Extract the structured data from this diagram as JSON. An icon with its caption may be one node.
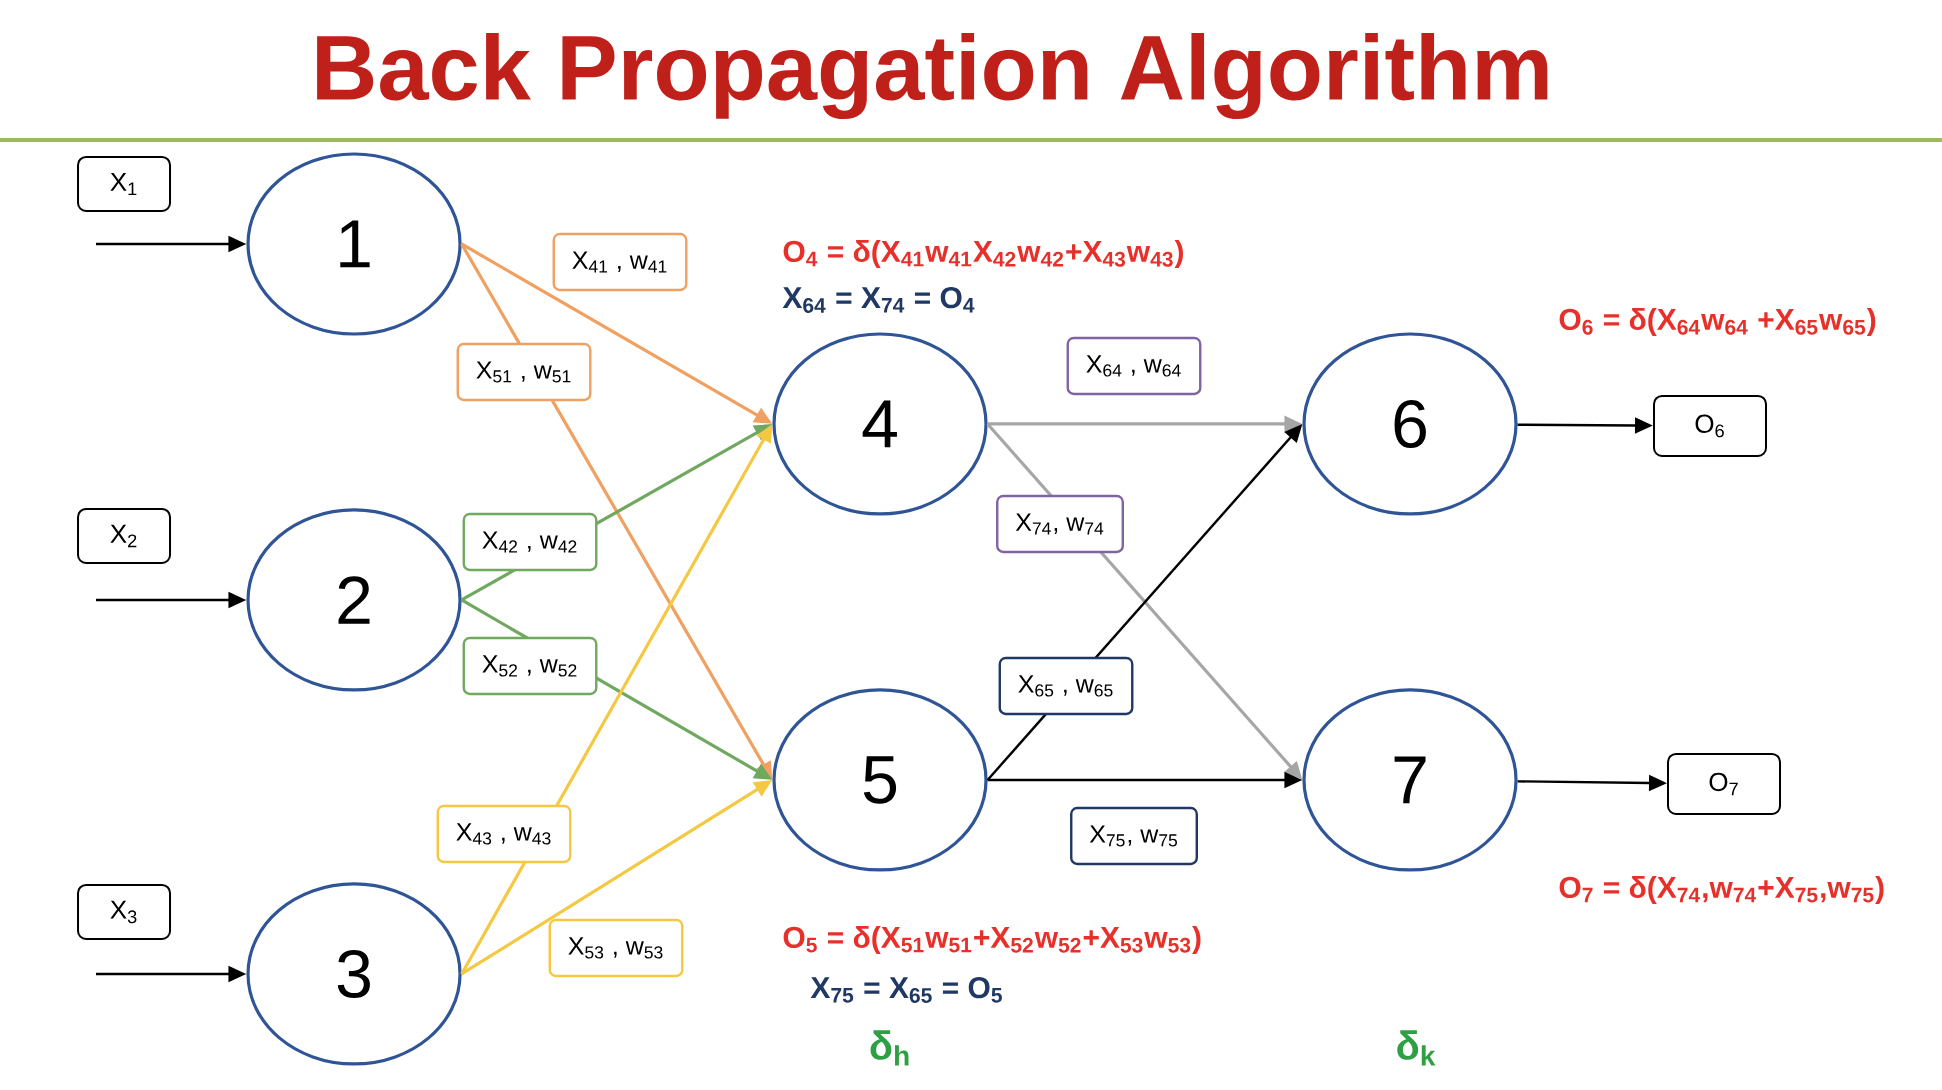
{
  "diagram": {
    "title": "Back Propagation Algorithm",
    "nodes": [
      {
        "text": [
          "X$_{1}$"
        ]
      },
      {
        "text": [
          "X$_{2}$"
        ]
      },
      {
        "text": [
          "X$_{3}$"
        ]
      },
      {
        "text": [
          "1"
        ]
      },
      {
        "text": [
          "2"
        ]
      },
      {
        "text": [
          "3"
        ]
      },
      {
        "text": [
          "4"
        ],
        "beside": [
          "O$_{4}$ = δ(X$_{41}$w$_{41}$X$_{42}$w$_{42}$+X$_{43}$w$_{43}$)",
          "X$_{64}$ = X$_{74}$ = O$_{4}$"
        ]
      },
      {
        "text": [
          "5"
        ],
        "beside": [
          "O$_{5}$ = δ(X$_{51}$w$_{51}$+X$_{52}$w$_{52}$+X$_{53}$w$_{53}$)",
          "X$_{75}$ = X$_{65}$ = O$_{5}$"
        ]
      },
      {
        "text": [
          "6"
        ],
        "beside": [
          "O$_{6}$ = δ(X$_{64}$w$_{64}$ +X$_{65}$w$_{65}$)"
        ]
      },
      {
        "text": [
          "7"
        ],
        "beside": [
          "O$_{7}$ = δ(X$_{74}$,w$_{74}$+X$_{75}$,w$_{75}$)"
        ]
      },
      {
        "text": [
          "O$_{6}$"
        ]
      },
      {
        "text": [
          "O$_{7}$"
        ]
      }
    ],
    "edges": [
      {
        "from": null,
        "to": 3,
        "arrow": "to"
      },
      {
        "from": null,
        "to": 4,
        "arrow": "to"
      },
      {
        "from": null,
        "to": 5,
        "arrow": "to"
      },
      {
        "from": 3,
        "to": 6,
        "arrow": "to",
        "label": "X$_{41}$ , w$_{41}$",
        "color": "#f0a060"
      },
      {
        "from": 3,
        "to": 7,
        "arrow": "to",
        "label": "X$_{51}$ , w$_{51}$",
        "color": "#f0a060"
      },
      {
        "from": 4,
        "to": 6,
        "arrow": "to",
        "label": "X$_{42}$ , w$_{42}$",
        "color": "#70a860"
      },
      {
        "from": 4,
        "to": 7,
        "arrow": "to",
        "label": "X$_{52}$ , w$_{52}$",
        "color": "#70a860"
      },
      {
        "from": 5,
        "to": 6,
        "arrow": "to",
        "label": "X$_{43}$ , w$_{43}$",
        "color": "#f5c842"
      },
      {
        "from": 5,
        "to": 7,
        "arrow": "to",
        "label": "X$_{53}$ , w$_{53}$",
        "color": "#f5c842"
      },
      {
        "from": 6,
        "to": 8,
        "arrow": "to",
        "label": "X$_{64}$ , w$_{64}$",
        "color": "#a6a6a6"
      },
      {
        "from": 6,
        "to": 9,
        "arrow": "to",
        "label": "X$_{74}$, w$_{74}$",
        "color": "#a6a6a6"
      },
      {
        "from": 7,
        "to": 8,
        "arrow": "to",
        "label": "X$_{65}$ , w$_{65}$"
      },
      {
        "from": 7,
        "to": 9,
        "arrow": "to",
        "label": "X$_{75}$, w$_{75}$"
      },
      {
        "from": 8,
        "to": 10,
        "arrow": "to"
      },
      {
        "from": 9,
        "to": 11,
        "arrow": "to"
      }
    ],
    "labels": [
      "δ$_{h}$",
      "δ$_{k}$"
    ]
  }
}
